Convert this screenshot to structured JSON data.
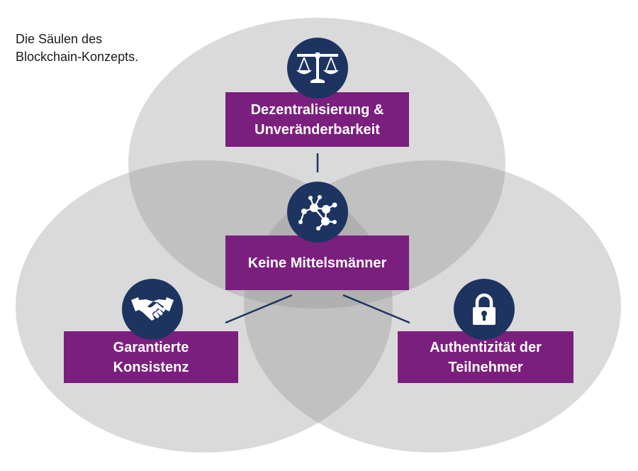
{
  "caption": {
    "line1": "Die Säulen des",
    "line2": "Blockchain-Konzepts."
  },
  "pillars": {
    "top": {
      "line1": "Dezentralisierung &",
      "line2": "Unveränderbarkeit",
      "icon": "scales-icon"
    },
    "center": {
      "label": "Keine Mittelsmänner",
      "icon": "network-icon"
    },
    "left": {
      "line1": "Garantierte",
      "line2": "Konsistenz",
      "icon": "handshake-icon"
    },
    "right": {
      "line1": "Authentizität der",
      "line2": "Teilnehmer",
      "icon": "lock-icon"
    }
  },
  "colors": {
    "box": "#7b1f7e",
    "badge": "#1d3461",
    "circle": "#cfcfcf",
    "connector": "#1d3461"
  }
}
